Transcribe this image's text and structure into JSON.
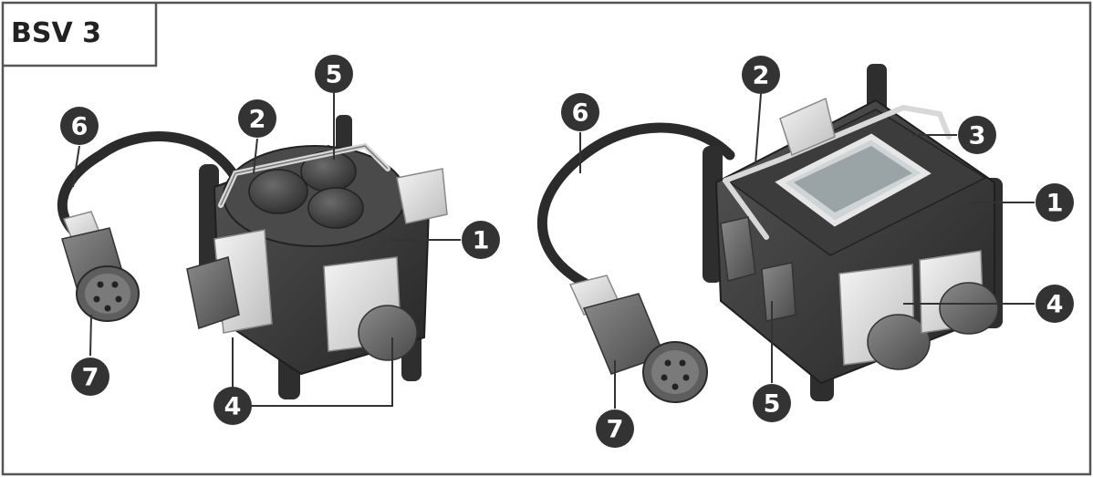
{
  "title": "BSV 3",
  "callouts": {
    "left": [
      "6",
      "2",
      "5",
      "1",
      "7",
      "4"
    ],
    "right": [
      "6",
      "2",
      "3",
      "1",
      "4",
      "7",
      "5"
    ]
  },
  "colors": {
    "frame": "#555555",
    "badge": "#333333",
    "body_dark": "#3a3a3a",
    "socket_light": "#e8e8e8",
    "plug_light": "#dcdcdc"
  }
}
